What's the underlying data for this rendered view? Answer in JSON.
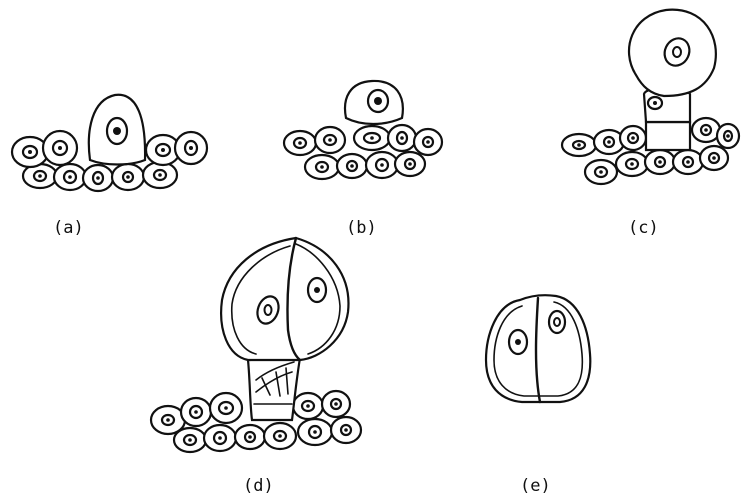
{
  "figure": {
    "panels": [
      {
        "id": "a",
        "label": "(a)"
      },
      {
        "id": "b",
        "label": "(b)"
      },
      {
        "id": "c",
        "label": "(c)"
      },
      {
        "id": "d",
        "label": "(d)"
      },
      {
        "id": "e",
        "label": "(e)"
      }
    ]
  }
}
